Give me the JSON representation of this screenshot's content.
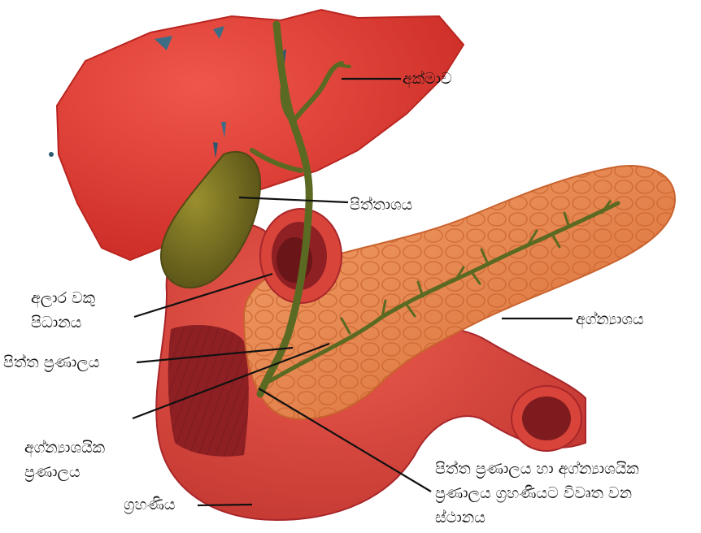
{
  "labels": {
    "liver": "අක්මාව",
    "gallbladder": "පිත්තාශය",
    "sphincter": [
      "අලාර වකු",
      "පිධානය"
    ],
    "bile_duct": "පිත්ත ප්‍රණාලය",
    "pancreas": "අග්න්‍යාශය",
    "pancreatic_duct": [
      "අග්න්‍යාශයික",
      "ප්‍රණාලය"
    ],
    "ampulla": [
      "පිත්ත ප්‍රණාලය හා අග්න්‍යාශයික",
      "ප්‍රණාලය ග්‍රහණියට විවෘත වන",
      "ස්ථානය"
    ],
    "duodenum": "ග්‍රහණිය"
  },
  "colors": {
    "liver": "#e53b34",
    "liver_dark": "#b92520",
    "gallbladder": "#6f6a1e",
    "duct": "#5a6a22",
    "pancreas": "#e88a52",
    "pancreas_dark": "#c9632f",
    "duodenum": "#d8443a",
    "duodenum_inner": "#a8262a",
    "leader": "#111111"
  }
}
